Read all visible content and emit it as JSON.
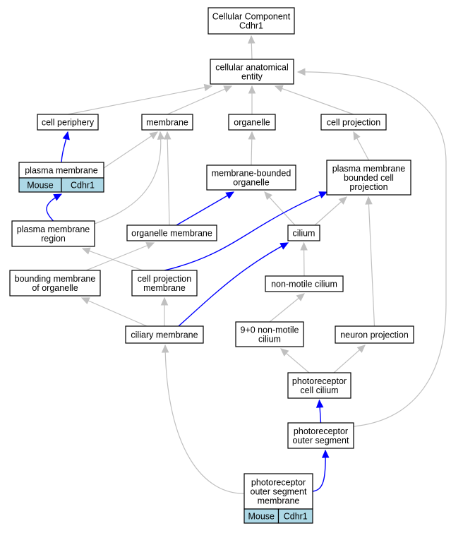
{
  "colors": {
    "edge_is_a": "#c0c0c0",
    "edge_part_of": "#0000ff",
    "annotation_fill": "#add8e6",
    "node_border": "#000000"
  },
  "nodes": {
    "cellular_component": {
      "lines": [
        "Cellular Component",
        "Cdhr1"
      ]
    },
    "cellular_anatomical_entity": {
      "lines": [
        "cellular anatomical",
        "entity"
      ]
    },
    "cell_periphery": {
      "lines": [
        "cell periphery"
      ]
    },
    "membrane": {
      "lines": [
        "membrane"
      ]
    },
    "organelle": {
      "lines": [
        "organelle"
      ]
    },
    "cell_projection": {
      "lines": [
        "cell projection"
      ]
    },
    "plasma_membrane": {
      "lines": [
        "plasma membrane"
      ],
      "annotations": [
        "Mouse",
        "Cdhr1"
      ]
    },
    "membrane_bounded_organelle": {
      "lines": [
        "membrane-bounded",
        "organelle"
      ]
    },
    "plasma_membrane_bounded_cell_projection": {
      "lines": [
        "plasma membrane",
        "bounded cell",
        "projection"
      ]
    },
    "plasma_membrane_region": {
      "lines": [
        "plasma membrane",
        "region"
      ]
    },
    "organelle_membrane": {
      "lines": [
        "organelle membrane"
      ]
    },
    "cilium": {
      "lines": [
        "cilium"
      ]
    },
    "bounding_membrane_of_organelle": {
      "lines": [
        "bounding membrane",
        "of organelle"
      ]
    },
    "cell_projection_membrane": {
      "lines": [
        "cell projection",
        "membrane"
      ]
    },
    "non_motile_cilium": {
      "lines": [
        "non-motile cilium"
      ]
    },
    "ciliary_membrane": {
      "lines": [
        "ciliary membrane"
      ]
    },
    "nine_zero_non_motile_cilium": {
      "lines": [
        "9+0 non-motile",
        "cilium"
      ]
    },
    "neuron_projection": {
      "lines": [
        "neuron projection"
      ]
    },
    "photoreceptor_cell_cilium": {
      "lines": [
        "photoreceptor",
        "cell cilium"
      ]
    },
    "photoreceptor_outer_segment": {
      "lines": [
        "photoreceptor",
        "outer segment"
      ]
    },
    "photoreceptor_outer_segment_membrane": {
      "lines": [
        "photoreceptor",
        "outer segment",
        "membrane"
      ],
      "annotations": [
        "Mouse",
        "Cdhr1"
      ]
    }
  },
  "edges": [
    {
      "from": "cellular_anatomical_entity",
      "to": "cellular_component",
      "relation": "is_a"
    },
    {
      "from": "cell_periphery",
      "to": "cellular_anatomical_entity",
      "relation": "is_a"
    },
    {
      "from": "membrane",
      "to": "cellular_anatomical_entity",
      "relation": "is_a"
    },
    {
      "from": "organelle",
      "to": "cellular_anatomical_entity",
      "relation": "is_a"
    },
    {
      "from": "cell_projection",
      "to": "cellular_anatomical_entity",
      "relation": "is_a"
    },
    {
      "from": "photoreceptor_outer_segment",
      "to": "cellular_anatomical_entity",
      "relation": "is_a"
    },
    {
      "from": "plasma_membrane",
      "to": "cell_periphery",
      "relation": "part_of"
    },
    {
      "from": "plasma_membrane",
      "to": "membrane",
      "relation": "is_a"
    },
    {
      "from": "membrane_bounded_organelle",
      "to": "organelle",
      "relation": "is_a"
    },
    {
      "from": "plasma_membrane_bounded_cell_projection",
      "to": "cell_projection",
      "relation": "is_a"
    },
    {
      "from": "plasma_membrane_region",
      "to": "plasma_membrane",
      "relation": "part_of"
    },
    {
      "from": "plasma_membrane_region",
      "to": "membrane",
      "relation": "is_a"
    },
    {
      "from": "organelle_membrane",
      "to": "membrane",
      "relation": "is_a"
    },
    {
      "from": "organelle_membrane",
      "to": "membrane_bounded_organelle",
      "relation": "part_of"
    },
    {
      "from": "cilium",
      "to": "membrane_bounded_organelle",
      "relation": "is_a"
    },
    {
      "from": "cilium",
      "to": "plasma_membrane_bounded_cell_projection",
      "relation": "is_a"
    },
    {
      "from": "bounding_membrane_of_organelle",
      "to": "organelle_membrane",
      "relation": "is_a"
    },
    {
      "from": "cell_projection_membrane",
      "to": "plasma_membrane_region",
      "relation": "is_a"
    },
    {
      "from": "cell_projection_membrane",
      "to": "plasma_membrane_bounded_cell_projection",
      "relation": "part_of"
    },
    {
      "from": "non_motile_cilium",
      "to": "cilium",
      "relation": "is_a"
    },
    {
      "from": "ciliary_membrane",
      "to": "bounding_membrane_of_organelle",
      "relation": "is_a"
    },
    {
      "from": "ciliary_membrane",
      "to": "cell_projection_membrane",
      "relation": "is_a"
    },
    {
      "from": "ciliary_membrane",
      "to": "cilium",
      "relation": "part_of"
    },
    {
      "from": "nine_zero_non_motile_cilium",
      "to": "non_motile_cilium",
      "relation": "is_a"
    },
    {
      "from": "neuron_projection",
      "to": "plasma_membrane_bounded_cell_projection",
      "relation": "is_a"
    },
    {
      "from": "photoreceptor_cell_cilium",
      "to": "nine_zero_non_motile_cilium",
      "relation": "is_a"
    },
    {
      "from": "photoreceptor_cell_cilium",
      "to": "neuron_projection",
      "relation": "is_a"
    },
    {
      "from": "photoreceptor_outer_segment",
      "to": "photoreceptor_cell_cilium",
      "relation": "part_of"
    },
    {
      "from": "photoreceptor_outer_segment_membrane",
      "to": "ciliary_membrane",
      "relation": "is_a"
    },
    {
      "from": "photoreceptor_outer_segment_membrane",
      "to": "photoreceptor_outer_segment",
      "relation": "part_of"
    }
  ]
}
